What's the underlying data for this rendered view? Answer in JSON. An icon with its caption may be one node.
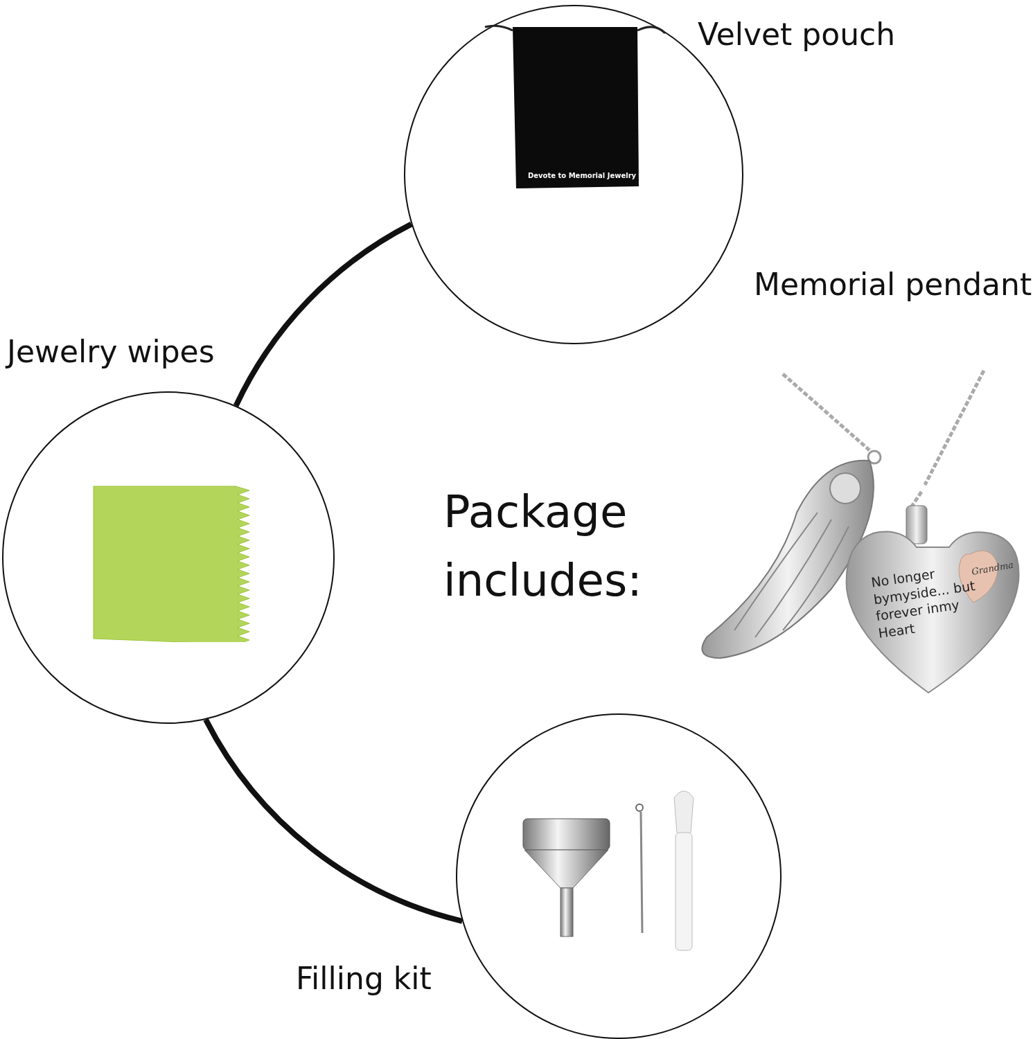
{
  "diagram": {
    "nodes": [
      {
        "text": [
          "Velvet pouch"
        ]
      },
      {
        "text": [
          "Jewelry wipes"
        ]
      },
      {
        "text": [
          "Filling kit"
        ]
      },
      {
        "text": [
          "Memorial pendant"
        ]
      }
    ],
    "edges": [
      {
        "from": 0,
        "to": 1,
        "arrow": "none"
      },
      {
        "from": 1,
        "to": 2,
        "arrow": "none"
      }
    ],
    "labels": [
      "Package includes:",
      "Devote to Memorial Jewelry",
      "No longer bymyside... but forever inmy Heart",
      "Grandma"
    ]
  }
}
